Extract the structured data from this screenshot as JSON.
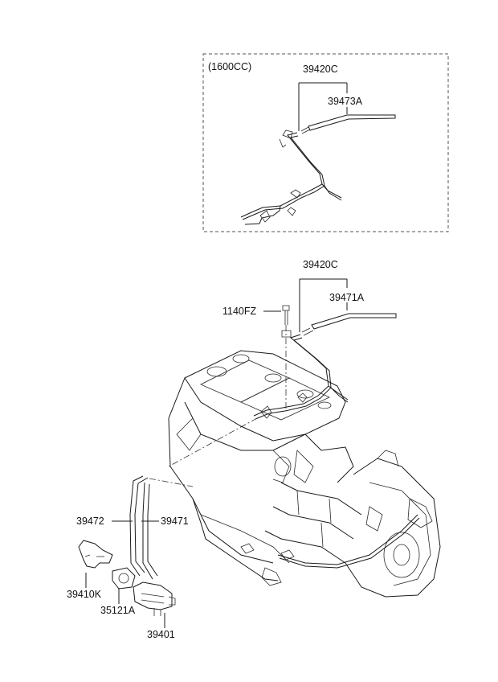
{
  "inset": {
    "note": "(1600CC)",
    "labels": {
      "assembly": "39420C",
      "pipe": "39473A"
    }
  },
  "main": {
    "labels": {
      "assembly": "39420C",
      "pipe": "39471A",
      "bolt": "1140FZ",
      "hose_a": "39472",
      "hose_b": "39471",
      "bracket": "39410K",
      "clamp": "35121A",
      "valve": "39401"
    }
  }
}
